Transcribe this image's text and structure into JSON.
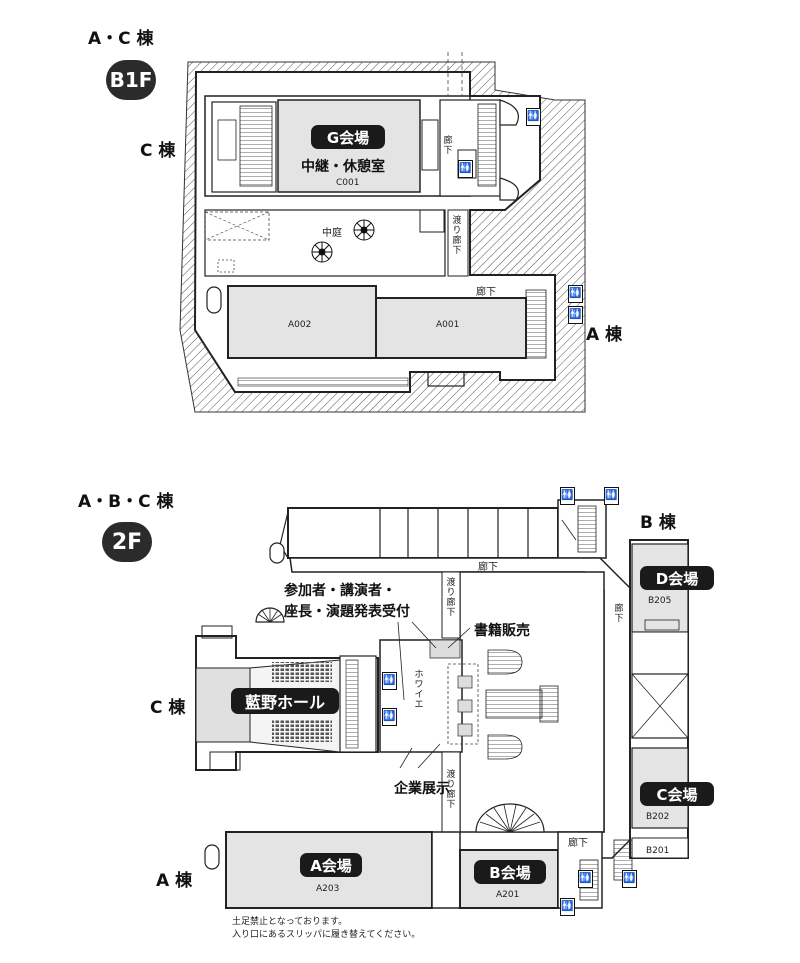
{
  "b1f": {
    "building_label": "A・C 棟",
    "floor_badge": "B1F",
    "west_label": "C 棟",
    "east_label": "A 棟",
    "venue_g": {
      "pill": "G会場",
      "subtitle": "中継・休憩室",
      "code": "C001"
    },
    "courtyard": "中庭",
    "corridor": "廊下",
    "bridge": "渡り廊下",
    "rooms": [
      "A002",
      "A001"
    ]
  },
  "f2": {
    "building_label": "A・B・C 棟",
    "floor_badge": "2F",
    "west_label": "C 棟",
    "south_label": "A 棟",
    "east_label": "B 棟",
    "hall": "藍野ホール",
    "venues": {
      "a": {
        "pill": "A会場",
        "code": "A203"
      },
      "b": {
        "pill": "B会場",
        "code": "A201"
      },
      "c": {
        "pill": "C会場",
        "code": "B202"
      },
      "d": {
        "pill": "D会場",
        "code": "B205"
      }
    },
    "b201": "B201",
    "reception": [
      "参加者・講演者・",
      "座長・演題発表受付"
    ],
    "books": "書籍販売",
    "exhibit": "企業展示",
    "foyer": "ホワイエ",
    "corridor": "廊下",
    "bridge": "渡り廊下",
    "notice": [
      "土足禁止となっております。",
      "入り口にあるスリッパに履き替えてください。"
    ]
  },
  "icons": [
    "restroom-icon",
    "spiral-stair-icon",
    "tree-icon"
  ]
}
